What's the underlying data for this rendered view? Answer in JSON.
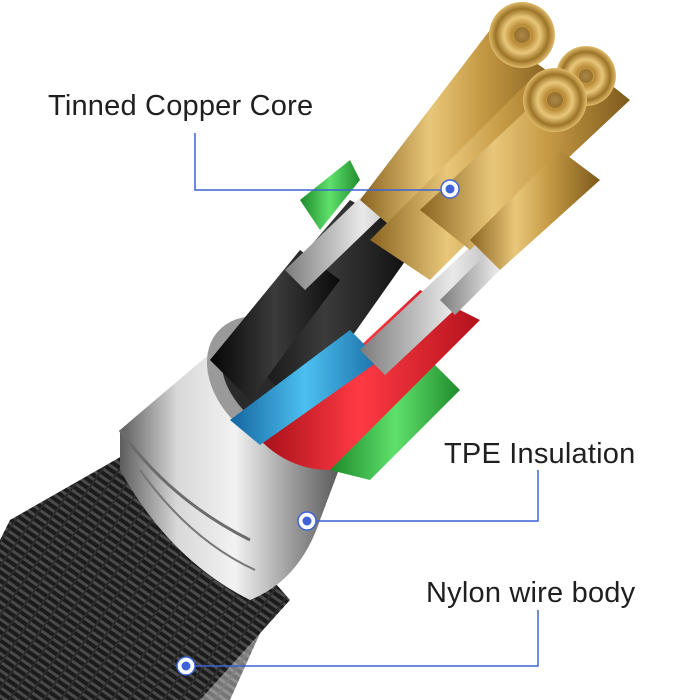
{
  "labels": {
    "core": "Tinned Copper Core",
    "insulation": "TPE Insulation",
    "body": "Nylon wire body"
  },
  "colors": {
    "callout_line": "#3d63d6",
    "text": "#1f1f1f",
    "copper": "#c9a24c",
    "red_wire": "#e5202e",
    "blue_wire": "#2e9fd6",
    "green_wire": "#3cc24a",
    "black_wire": "#1a1a1a",
    "metal_sleeve": "#b8b8b8"
  },
  "icons": [
    "callout-marker-icon"
  ]
}
